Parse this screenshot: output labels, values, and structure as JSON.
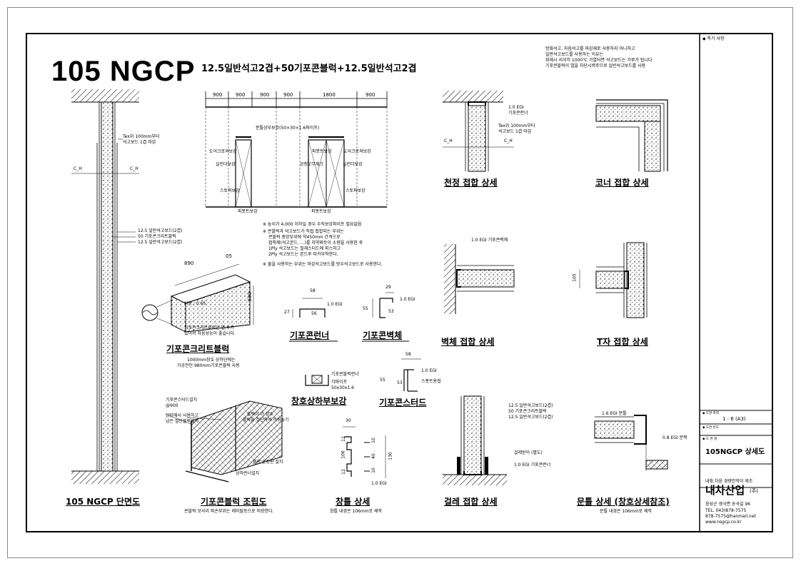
{
  "title": {
    "main": "105 NGCP",
    "sub": "12.5일반석고2겹+50기포콘블럭+12.5일반석고2겹"
  },
  "top_note": [
    "방화석고, 차음석고를 마감재로 사용하지 아니하고",
    "일반석고보드를 사용하는 이유는",
    "화재시 서서히 1000℃ 가열되면 석고보드는 가루가 됩니다",
    "기포콘블럭이 열을 차단시켜주므로 일반석고보드를 사용"
  ],
  "dimensions_top": [
    "900",
    "900",
    "900",
    "900",
    "1800",
    "900"
  ],
  "elevation_labels": {
    "top_reinforce": "문틀상부보강(50×30×1.6파이프)",
    "left_door": "도어크로져보강",
    "left_silin": "실린더보강",
    "left_stop": "스토퍼보강",
    "left_pivot": "피봇트보강",
    "right_pivot_top": "피봇트보강",
    "right_door": "도어크로져보강",
    "right_mid": "공청오무체크",
    "right_silin": "실린더보강",
    "right_stop": "스토퍼보강",
    "right_pivot": "피봇트보강"
  },
  "notes": [
    "※ 높이가 4,000 이하일 경우 수직보강파이프 필요없음",
    "※ 콘블럭과 석고보드가 직접 접합되는 부위는",
    "콘블럭 중앙부위에 약450mm 간격으로",
    "접착제(석고본드, ...)를 치약짜듯이 소량을 사용한 후",
    "1Ply 석고보드는 철재스터드에 피스하고",
    "2Ply 석고보드는 본드후 타카부착한다.",
    "※ 물을 사용하는 부위는 마감석고보드를 방수석고보드로 사용한다."
  ],
  "section_left": {
    "tex": "Tex위 100mm부터",
    "tex2": "석고보드 1겹 마감",
    "ch_left": "C_H",
    "ch_right": "C_H",
    "layer1": "12.5 일반석고보드(2겹)",
    "layer2": "50    기포콘크리트블럭",
    "layer3": "12.5 일반석고보드(2겹)",
    "caption": "105 NGCP 단면도"
  },
  "block": {
    "dim_len": "890",
    "dim_thk": "05",
    "dim_h": "500",
    "density": "비중 : 0.65",
    "desc1": "기포콘크리트블럭은 열,수가",
    "desc2": "있어서 차음성능이 좋습니다.",
    "caption": "기포콘크리트블럭",
    "sub1": "1000mm창호 상하단에는",
    "sub2": "가공전인 980mm기포콘블럭 사용"
  },
  "runner": {
    "d1": "58",
    "d2": "27",
    "d3": "56",
    "egi": "1.0 EGI",
    "caption": "기포콘런너"
  },
  "wallbody": {
    "d1": "29",
    "d2": "55",
    "d3": "53",
    "egi": "1.0 EGI",
    "caption": "기포콘벽체"
  },
  "window": {
    "l1": "기포콘블럭런너",
    "l2": "각파이프",
    "l3": "50x30x1.6",
    "caption": "창호상하부보강"
  },
  "stud": {
    "d1": "58",
    "d2": "55",
    "d3": "53",
    "egi": "1.0 EGI",
    "l2": "스폿트용접",
    "caption": "기포콘스터드"
  },
  "assembly": {
    "l1": "기포콘스터드설치",
    "l2": "@900",
    "l3": "상단에서 사용하고",
    "l4": "남은 절단블럭설치",
    "l5": "블럭이 가 장수",
    "l6": "블럭을 절단하여 끼워놓기",
    "l7": "블럭 순정판 설치",
    "l8": "상하런너설치",
    "caption": "기포콘블럭 조립도",
    "sub": "콘블럭 모서리 파손부위는 레미탈등으로 미장한다."
  },
  "frame_detail": {
    "d1": "30",
    "d12a": "12",
    "d106": "106",
    "d12b": "12",
    "d130": "130",
    "d10a": "10",
    "d40": "40",
    "d10b": "10",
    "egi": "1.0 EGI",
    "caption": "창틀 상세",
    "sub": "창틀 내경은 106mm로 제작"
  },
  "ceiling": {
    "l1": "1.0 EGI",
    "l2": "기포콘런너",
    "l3": "Tex위 100mm부터",
    "l4": "석고보드 1겹 마감",
    "ch1": "C_H",
    "ch2": "C_H",
    "caption": "천정 접합 상세"
  },
  "corner": {
    "caption": "코너 접합 상세"
  },
  "wall": {
    "l1": "1.0 EGI 기포콘벽체",
    "caption": "벽체 접합 상세"
  },
  "tjoint": {
    "dim": "105",
    "caption": "T자 접합 상세"
  },
  "baseboard": {
    "l1": "12.5 일반석고보드(2겹)",
    "l2": "50    기포콘크리트블럭",
    "l3": "12.5 일반석고보드(2겹)",
    "l4": "걸레받이 (별도)",
    "l5": "1.0 EGI 기포콘런너",
    "caption": "걸레 접합 상세"
  },
  "doorframe": {
    "l1": "1.6 EGI 문틀",
    "l2": "0.8 EGI 문짝",
    "caption": "문틀 상세 (창호상세참조)",
    "sub": "문틀 내경은 106mm로 제작"
  },
  "titleblock": {
    "special": "◆ 특기 사항",
    "scale_label": "◆ 도면 축척",
    "scale": "1 : 6 (A3)",
    "no_label": "◆ 도면 번호",
    "name_label": "◆ 도 면 명",
    "name": "105NGCP 상세도",
    "co_sub": "내화.차음 경량칸막이 제조",
    "co_name": "내차산업",
    "co_suffix": "(주)",
    "addr": "음성군 생극면 송곡길 96",
    "tel": "TEL. 043)878-7575",
    "fax": "878-7575@hanmail.net",
    "web": "www.nsgcp.co.kr"
  }
}
